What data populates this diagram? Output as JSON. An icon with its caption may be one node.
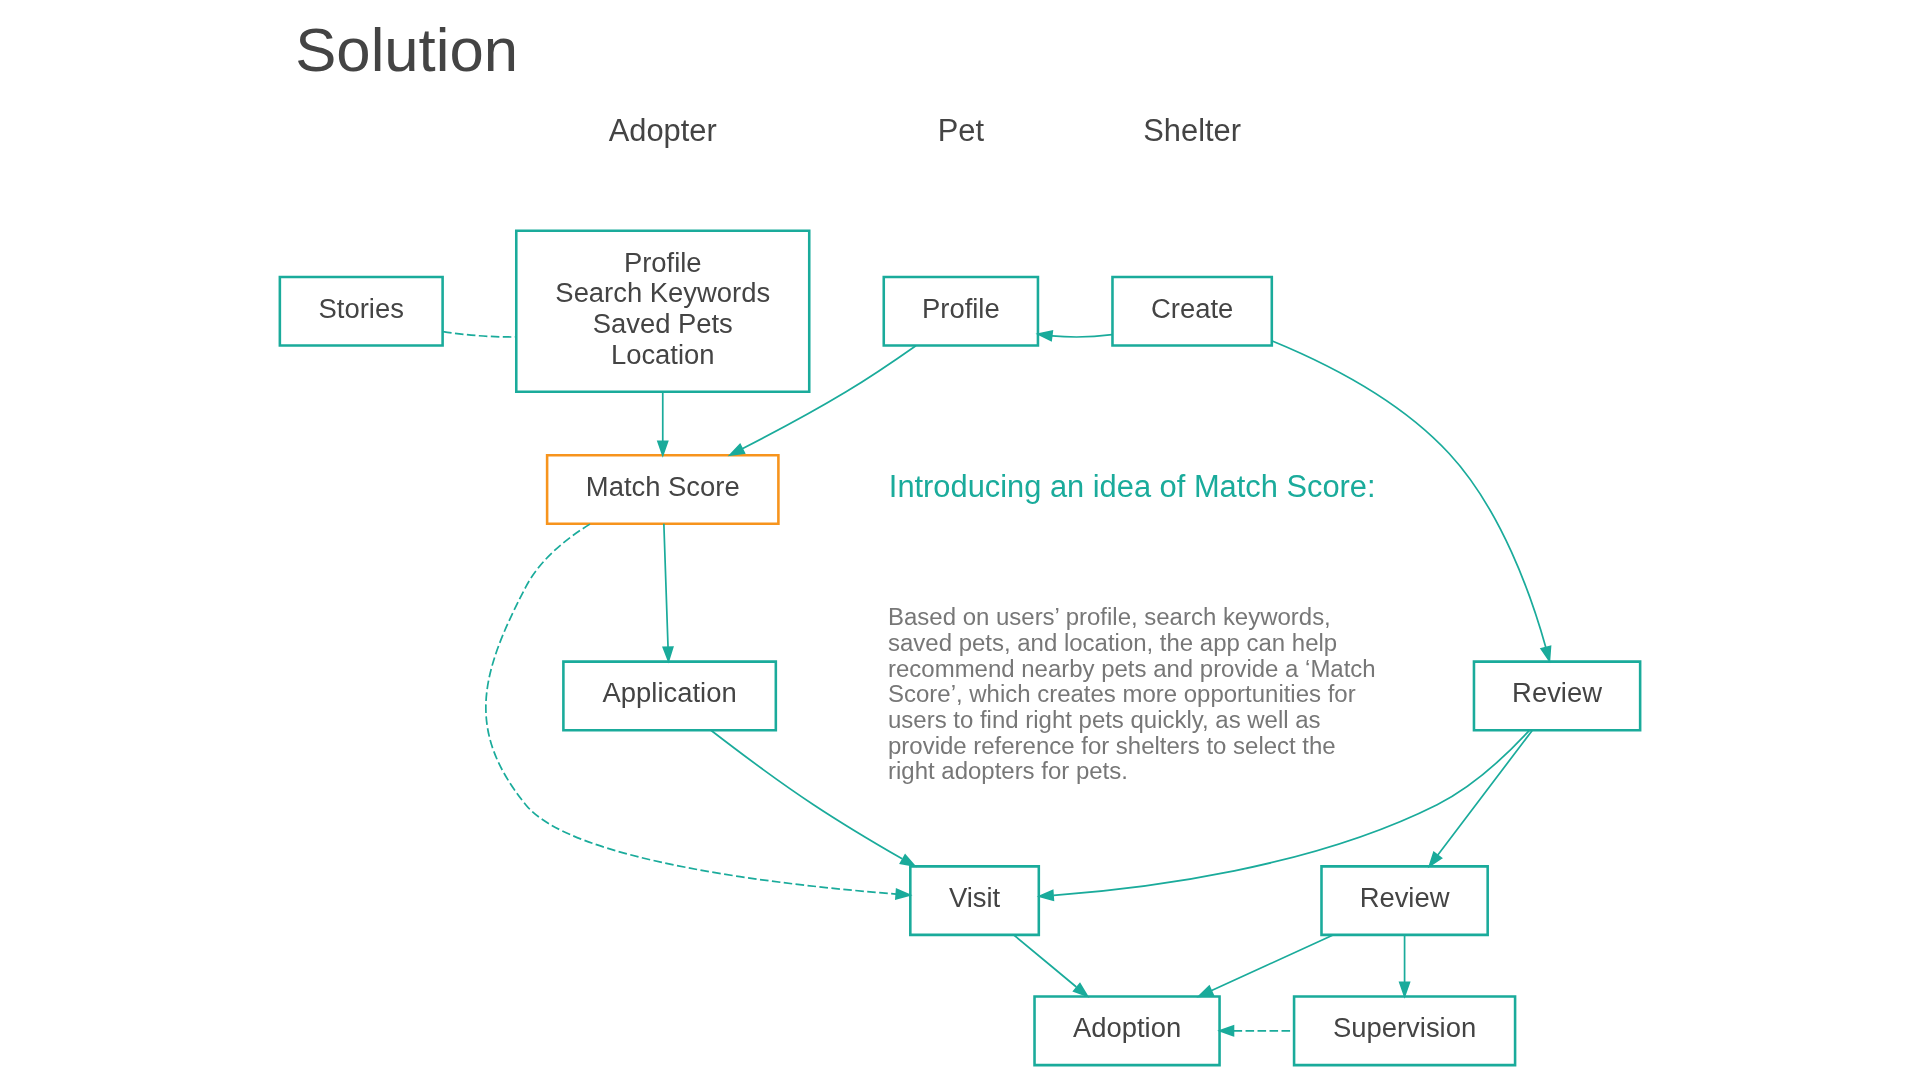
{
  "diagram": {
    "title": "Solution",
    "nodes": [
      {
        "text": [
          "Stories"
        ]
      },
      {
        "text": [
          "Profile",
          "Search Keywords",
          "Saved Pets",
          "Location"
        ]
      },
      {
        "text": [
          "Profile"
        ]
      },
      {
        "text": [
          "Create"
        ]
      },
      {
        "text": [
          "Match Score"
        ]
      },
      {
        "text": [
          "Application"
        ]
      },
      {
        "text": [
          "Review"
        ]
      },
      {
        "text": [
          "Visit"
        ]
      },
      {
        "text": [
          "Review"
        ]
      },
      {
        "text": [
          "Adoption"
        ]
      },
      {
        "text": [
          "Supervision"
        ]
      }
    ],
    "edges": [
      {
        "from": 0,
        "to": 1,
        "arrow": "none",
        "style": "dashed"
      },
      {
        "from": 1,
        "to": 4,
        "arrow": "to"
      },
      {
        "from": 2,
        "to": 4,
        "arrow": "to"
      },
      {
        "from": 3,
        "to": 2,
        "arrow": "to"
      },
      {
        "from": 3,
        "to": 6,
        "arrow": "to"
      },
      {
        "from": 4,
        "to": 5,
        "arrow": "to"
      },
      {
        "from": 4,
        "to": 7,
        "arrow": "to",
        "style": "dashed"
      },
      {
        "from": 5,
        "to": 7,
        "arrow": "to"
      },
      {
        "from": 6,
        "to": 7,
        "arrow": "to"
      },
      {
        "from": 6,
        "to": 8,
        "arrow": "to"
      },
      {
        "from": 7,
        "to": 9,
        "arrow": "to"
      },
      {
        "from": 8,
        "to": 9,
        "arrow": "to"
      },
      {
        "from": 8,
        "to": 10,
        "arrow": "to"
      },
      {
        "from": 10,
        "to": 9,
        "arrow": "to",
        "style": "dashed"
      }
    ],
    "labels": [
      "Adopter",
      "Pet",
      "Shelter",
      "Introducing an idea of Match Score:",
      "Based on users’ profile, search keywords, saved pets, and location, the app can help recommend nearby pets and provide a ‘Match Score’, which creates more opportunities for users to find right pets quickly, as well as provide reference for shelters to select the right adopters for pets."
    ]
  }
}
